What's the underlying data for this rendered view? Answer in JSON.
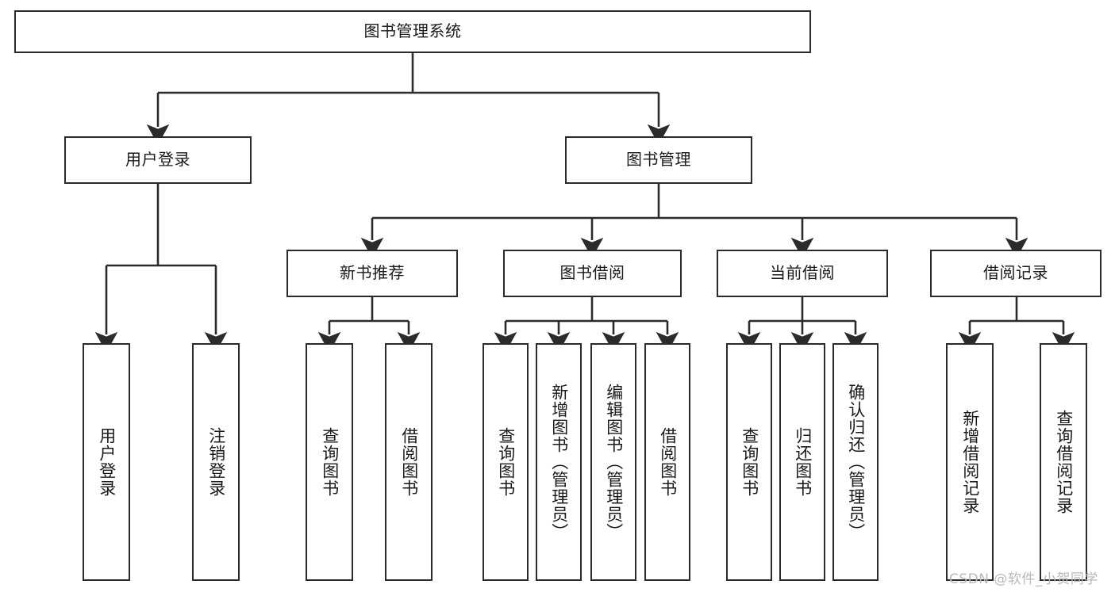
{
  "diagram": {
    "type": "tree-hierarchy",
    "title": "图书管理系统",
    "stroke_color": "#2b2b2b",
    "fill_color": "#ffffff",
    "text_color": "#1a1a1a",
    "root": {
      "label": "图书管理系统"
    },
    "level2": [
      {
        "label": "用户登录"
      },
      {
        "label": "图书管理"
      }
    ],
    "level3": [
      {
        "label": "新书推荐"
      },
      {
        "label": "图书借阅"
      },
      {
        "label": "当前借阅"
      },
      {
        "label": "借阅记录"
      }
    ],
    "leaves": {
      "user_login": [
        {
          "label": "用户登录"
        },
        {
          "label": "注销登录"
        }
      ],
      "new_book_recommend": [
        {
          "label": "查询图书"
        },
        {
          "label": "借阅图书"
        }
      ],
      "book_borrow": [
        {
          "label": "查询图书"
        },
        {
          "label": "新增图书（管理员）"
        },
        {
          "label": "编辑图书（管理员）"
        },
        {
          "label": "借阅图书"
        }
      ],
      "current_borrow": [
        {
          "label": "查询图书"
        },
        {
          "label": "归还图书"
        },
        {
          "label": "确认归还（管理员）"
        }
      ],
      "borrow_record": [
        {
          "label": "新增借阅记录"
        },
        {
          "label": "查询借阅记录"
        }
      ]
    }
  },
  "watermark": {
    "text": "CSDN @软件_小贺同学"
  }
}
